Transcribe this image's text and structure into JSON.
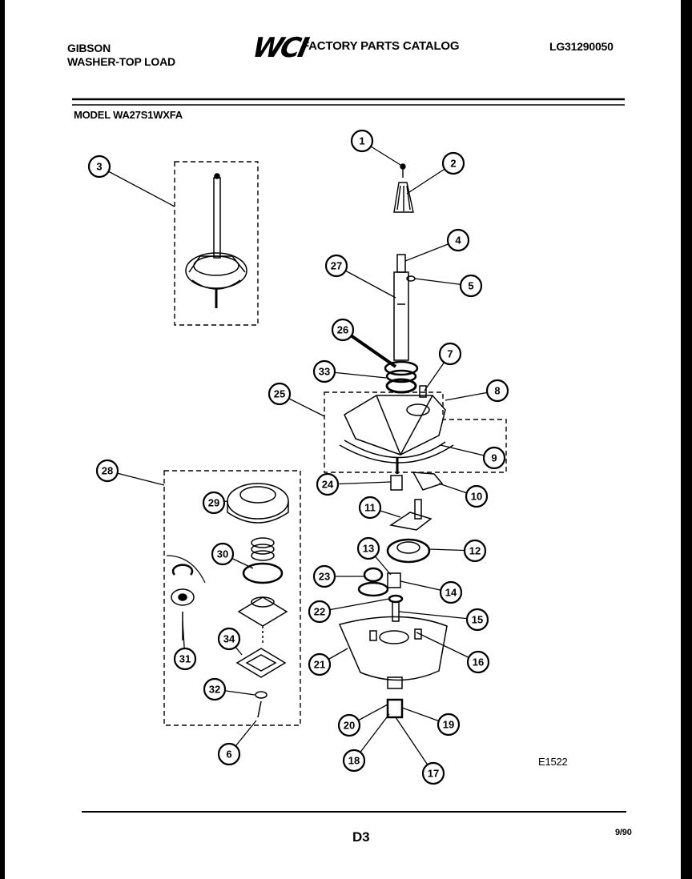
{
  "header": {
    "brand": "GIBSON",
    "product": "WASHER-TOP LOAD",
    "logo": "WCI",
    "catalog_title": "FACTORY PARTS CATALOG",
    "catalog_number": "LG31290050",
    "model": "MODEL WA27S1WXFA"
  },
  "diagram": {
    "sheet_code": "E1522",
    "callouts": [
      "1",
      "2",
      "3",
      "4",
      "5",
      "6",
      "7",
      "8",
      "9",
      "10",
      "11",
      "12",
      "13",
      "14",
      "15",
      "16",
      "17",
      "18",
      "19",
      "20",
      "21",
      "22",
      "23",
      "24",
      "25",
      "26",
      "27",
      "28",
      "29",
      "30",
      "31",
      "32",
      "33",
      "34"
    ]
  },
  "footer": {
    "page": "D3",
    "date": "9/90"
  }
}
